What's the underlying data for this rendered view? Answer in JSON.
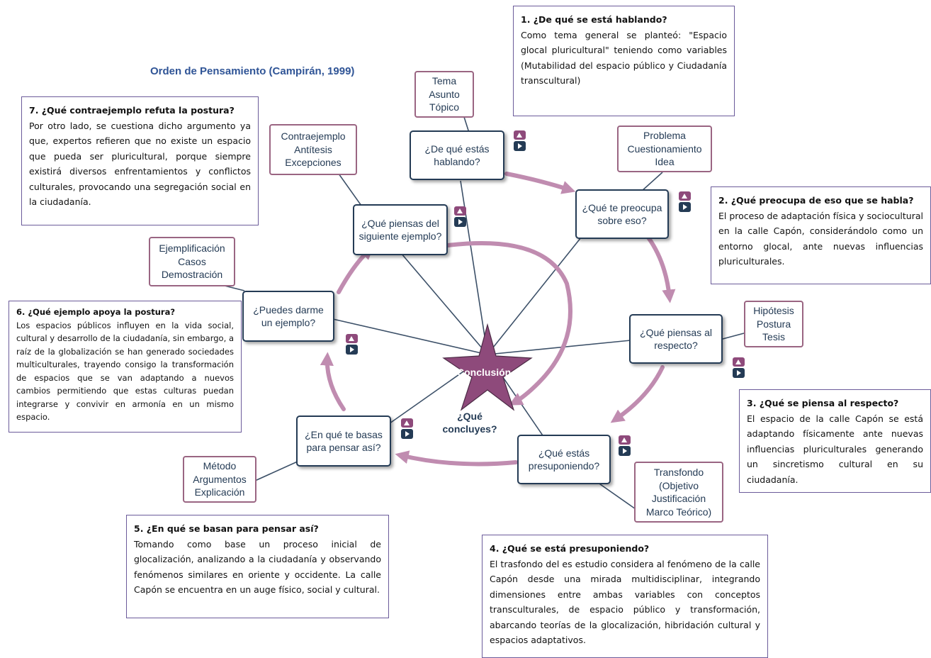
{
  "title": "Orden de Pensamiento (Campirán, 1999)",
  "center": {
    "star_label": "Conclusión",
    "question": "¿Qué\nconcluyes?"
  },
  "nodes": {
    "hablando": "¿De qué estás hablando?",
    "preocupa": "¿Qué te preocupa sobre eso?",
    "piensas": "¿Qué piensas al respecto?",
    "presuponiendo": "¿Qué estás presuponiendo?",
    "basas": "¿En qué te basas para pensar así?",
    "ejemplo": "¿Puedes darme un ejemplo?",
    "siguiente": "¿Qué piensas del siguiente ejemplo?"
  },
  "labels": {
    "tema": "Tema\nAsunto\nTópico",
    "problema": "Problema\nCuestionamiento\nIdea",
    "hipotesis": "Hipótesis\nPostura\nTesis",
    "transfondo": "Transfondo\n(Objetivo\nJustificación\nMarco Teórico)",
    "metodo": "Método\nArgumentos\nExplicación",
    "ejemplificacion": "Ejemplificación\nCasos\nDemostración",
    "contraejemplo": "Contraejemplo\nAntítesis\nExcepciones"
  },
  "panels": {
    "p1": {
      "heading": "1.  ¿De qué se está hablando?",
      "body": "Como tema general se planteó: \"Espacio glocal pluricultural\" teniendo como variables (Mutabilidad del espacio público y Ciudadanía transcultural)"
    },
    "p2": {
      "heading": "2. ¿Qué preocupa de eso que se habla?",
      "body": "El proceso de adaptación física y sociocultural en la calle Capón, considerándolo como un entorno glocal, ante nuevas influencias pluriculturales."
    },
    "p3": {
      "heading": "3. ¿Qué se piensa al respecto?",
      "body": "El espacio de la calle Capón se está adaptando físicamente ante nuevas influencias pluriculturales generando un sincretismo cultural en su ciudadanía."
    },
    "p4": {
      "heading": "4. ¿Qué se está presuponiendo?",
      "body": "El trasfondo del es estudio considera al fenómeno de la calle Capón desde una mirada multidisciplinar, integrando dimensiones entre ambas variables con conceptos transculturales, de espacio público y transformación, abarcando teorías de la glocalización, hibridación cultural y espacios adaptativos."
    },
    "p5": {
      "heading": "5. ¿En qué se basan para pensar así?",
      "body": "Tomando como base un proceso inicial de glocalización, analizando a la ciudadanía y observando fenómenos similares en oriente y occidente. La calle Capón se encuentra en un auge físico, social y cultural."
    },
    "p6": {
      "heading": "6. ¿Qué ejemplo apoya la postura?",
      "body": "Los espacios públicos influyen en la vida social, cultural y desarrollo de la ciudadanía, sin embargo, a raíz de la globalización se han generado sociedades multiculturales, trayendo consigo la transformación de espacios que se van adaptando a nuevos cambios permitiendo que estas culturas puedan integrarse y convivir en armonía en un mismo espacio."
    },
    "p7": {
      "heading": "7. ¿Qué contraejemplo refuta la postura?",
      "body": "Por otro lado, se cuestiona dicho argumento ya que, expertos refieren que no existe un espacio que pueda ser pluricultural, porque siempre existirá diversos enfrentamientos y conflictos culturales, provocando una segregación social en la ciudadanía."
    }
  },
  "icons": [
    "up-arrow-icon",
    "play-icon"
  ],
  "colors": {
    "node_border": "#243b55",
    "label_border": "#9a6582",
    "arrow": "#c08cb0",
    "star": "#8e4a7b",
    "panel_border": "#6b5b9a",
    "title": "#2f5496"
  }
}
